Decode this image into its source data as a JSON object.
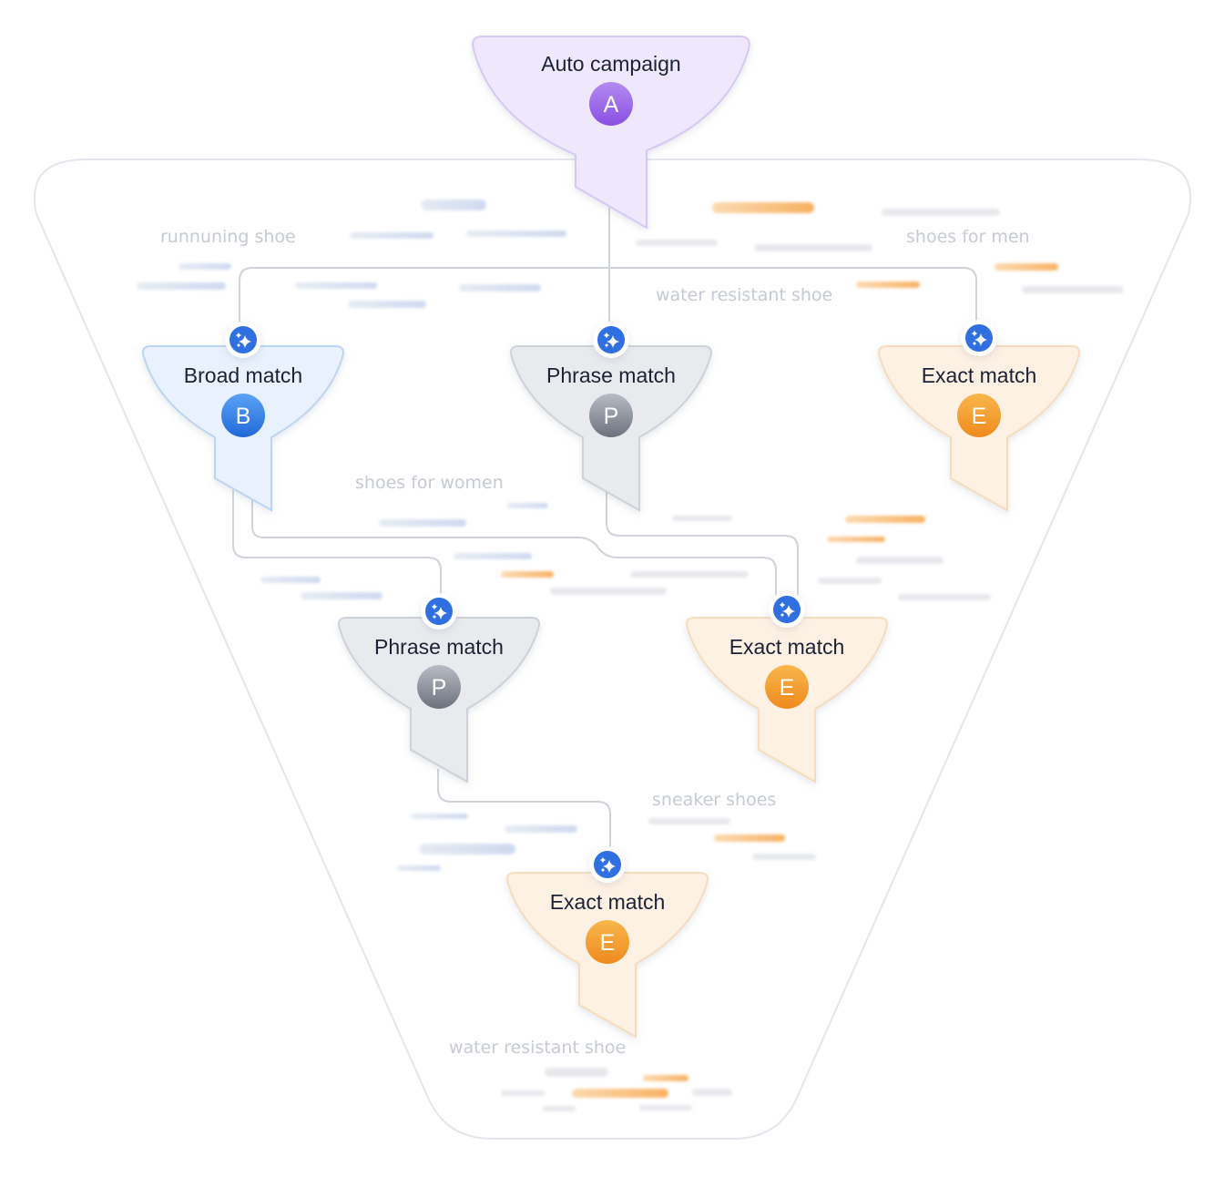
{
  "nodes": [
    {
      "id": "auto-campaign",
      "title": "Auto campaign",
      "letter": "A",
      "kind": "auto"
    },
    {
      "id": "broad-match",
      "title": "Broad match",
      "letter": "B",
      "kind": "broad"
    },
    {
      "id": "phrase-match-1",
      "title": "Phrase match",
      "letter": "P",
      "kind": "phrase"
    },
    {
      "id": "exact-match-1",
      "title": "Exact match",
      "letter": "E",
      "kind": "exact"
    },
    {
      "id": "phrase-match-2",
      "title": "Phrase match",
      "letter": "P",
      "kind": "phrase"
    },
    {
      "id": "exact-match-2",
      "title": "Exact match",
      "letter": "E",
      "kind": "exact"
    },
    {
      "id": "exact-match-3",
      "title": "Exact match",
      "letter": "E",
      "kind": "exact"
    }
  ],
  "keywords": [
    "runnuning shoe",
    "shoes for men",
    "water resistant shoe",
    "shoes for women",
    "sneaker shoes",
    "water resistant shoe"
  ],
  "colors": {
    "auto": {
      "fill": "#efe8fc",
      "stroke": "#d6c8f5",
      "badge_top": "#b48af0",
      "badge_bottom": "#8a4fe3"
    },
    "broad": {
      "fill": "#e8f1fd",
      "stroke": "#bcd4f3",
      "badge_top": "#5aa3f5",
      "badge_bottom": "#2168d8"
    },
    "phrase": {
      "fill": "#e8eaee",
      "stroke": "#cdd1d8",
      "badge_top": "#b8bcc4",
      "badge_bottom": "#6c717c"
    },
    "exact": {
      "fill": "#fdf1e3",
      "stroke": "#f6dcbd",
      "badge_top": "#f8b64c",
      "badge_bottom": "#ef8a1e"
    },
    "ai_badge": "#2f6fe0",
    "container_stroke": "#e3e6ec"
  },
  "icons": {
    "ai": "sparkle-icon"
  }
}
